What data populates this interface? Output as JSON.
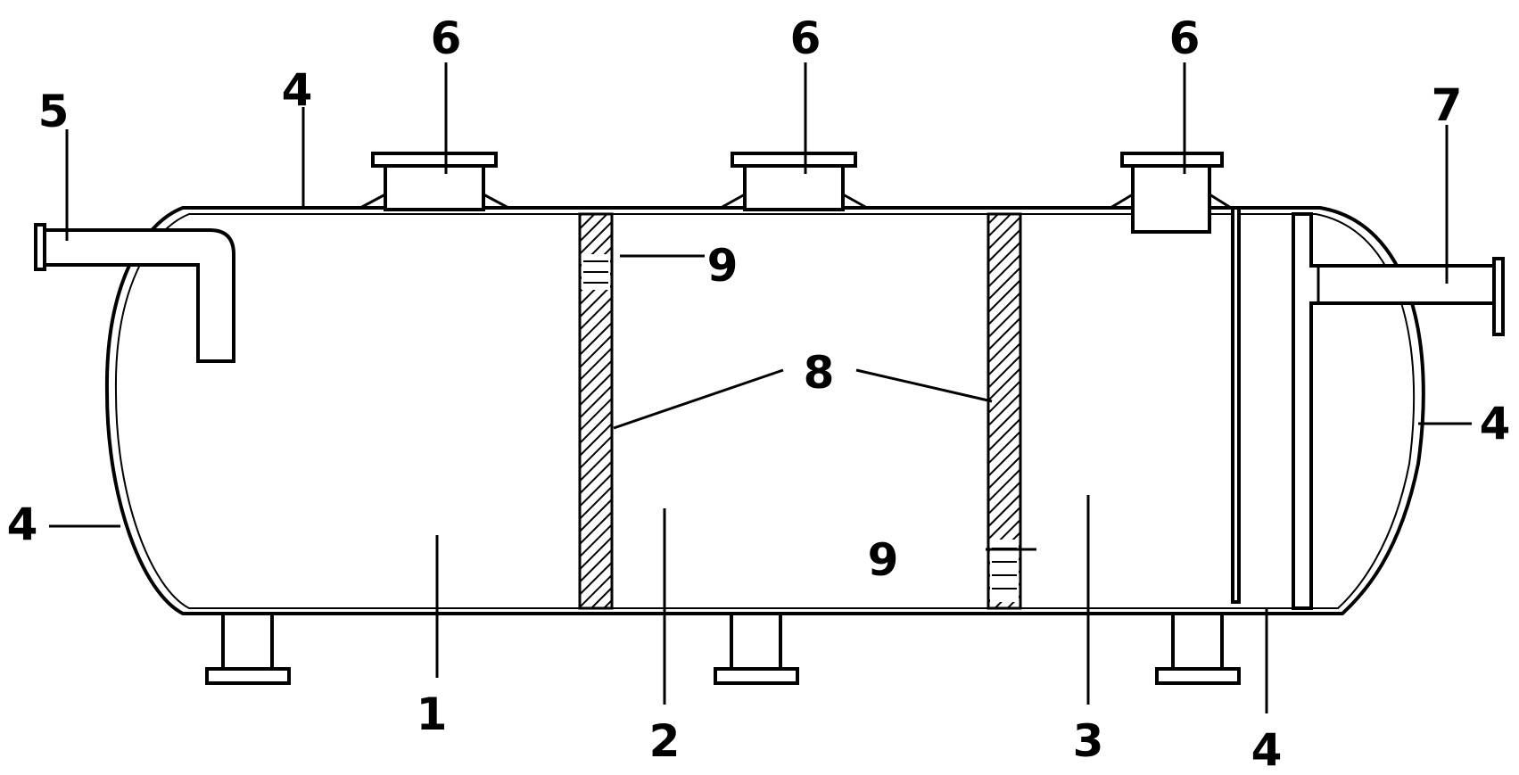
{
  "labels": {
    "compartment_1": "1",
    "compartment_2": "2",
    "compartment_3": "3",
    "shell_top": "4",
    "shell_left": "4",
    "shell_right": "4",
    "shell_bottom": "4",
    "inlet_pipe": "5",
    "manhole_1": "6",
    "manhole_2": "6",
    "manhole_3": "6",
    "outlet_pipe": "7",
    "filter_wall": "8",
    "opening_upper": "9",
    "opening_lower": "9"
  }
}
